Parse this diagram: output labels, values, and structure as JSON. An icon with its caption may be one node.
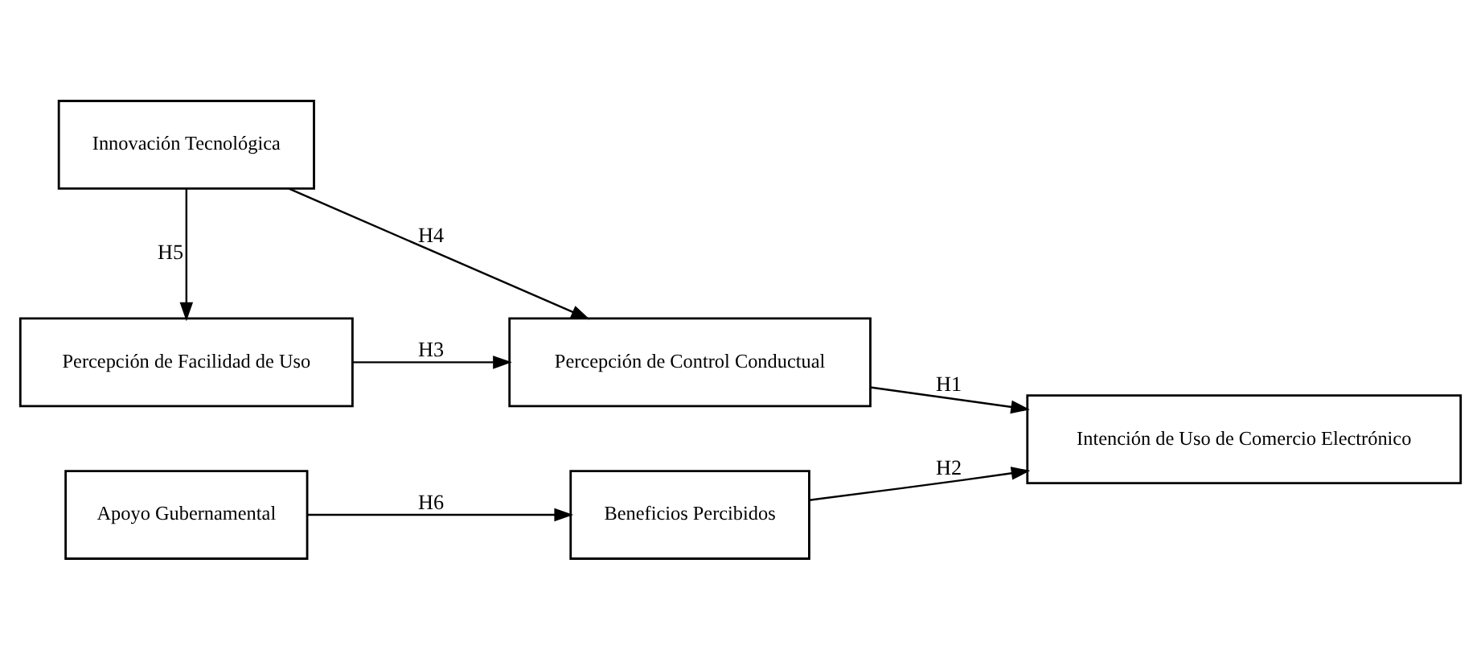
{
  "diagram": {
    "nodes": [
      {
        "text": [
          "Innovación Tecnológica"
        ]
      },
      {
        "text": [
          "Percepción de Facilidad de Uso"
        ]
      },
      {
        "text": [
          "Percepción de Control Conductual"
        ]
      },
      {
        "text": [
          "Intención de Uso de Comercio Electrónico"
        ]
      },
      {
        "text": [
          "Apoyo Gubernamental"
        ]
      },
      {
        "text": [
          "Beneficios Percibidos"
        ]
      }
    ],
    "edges": [
      {
        "from": 0,
        "to": 1,
        "arrow": "to",
        "label": "H5"
      },
      {
        "from": 0,
        "to": 2,
        "arrow": "to",
        "label": "H4"
      },
      {
        "from": 1,
        "to": 2,
        "arrow": "to",
        "label": "H3"
      },
      {
        "from": 2,
        "to": 3,
        "arrow": "to",
        "label": "H1"
      },
      {
        "from": 4,
        "to": 5,
        "arrow": "to",
        "label": "H6"
      },
      {
        "from": 5,
        "to": 3,
        "arrow": "to",
        "label": "H2"
      }
    ]
  }
}
